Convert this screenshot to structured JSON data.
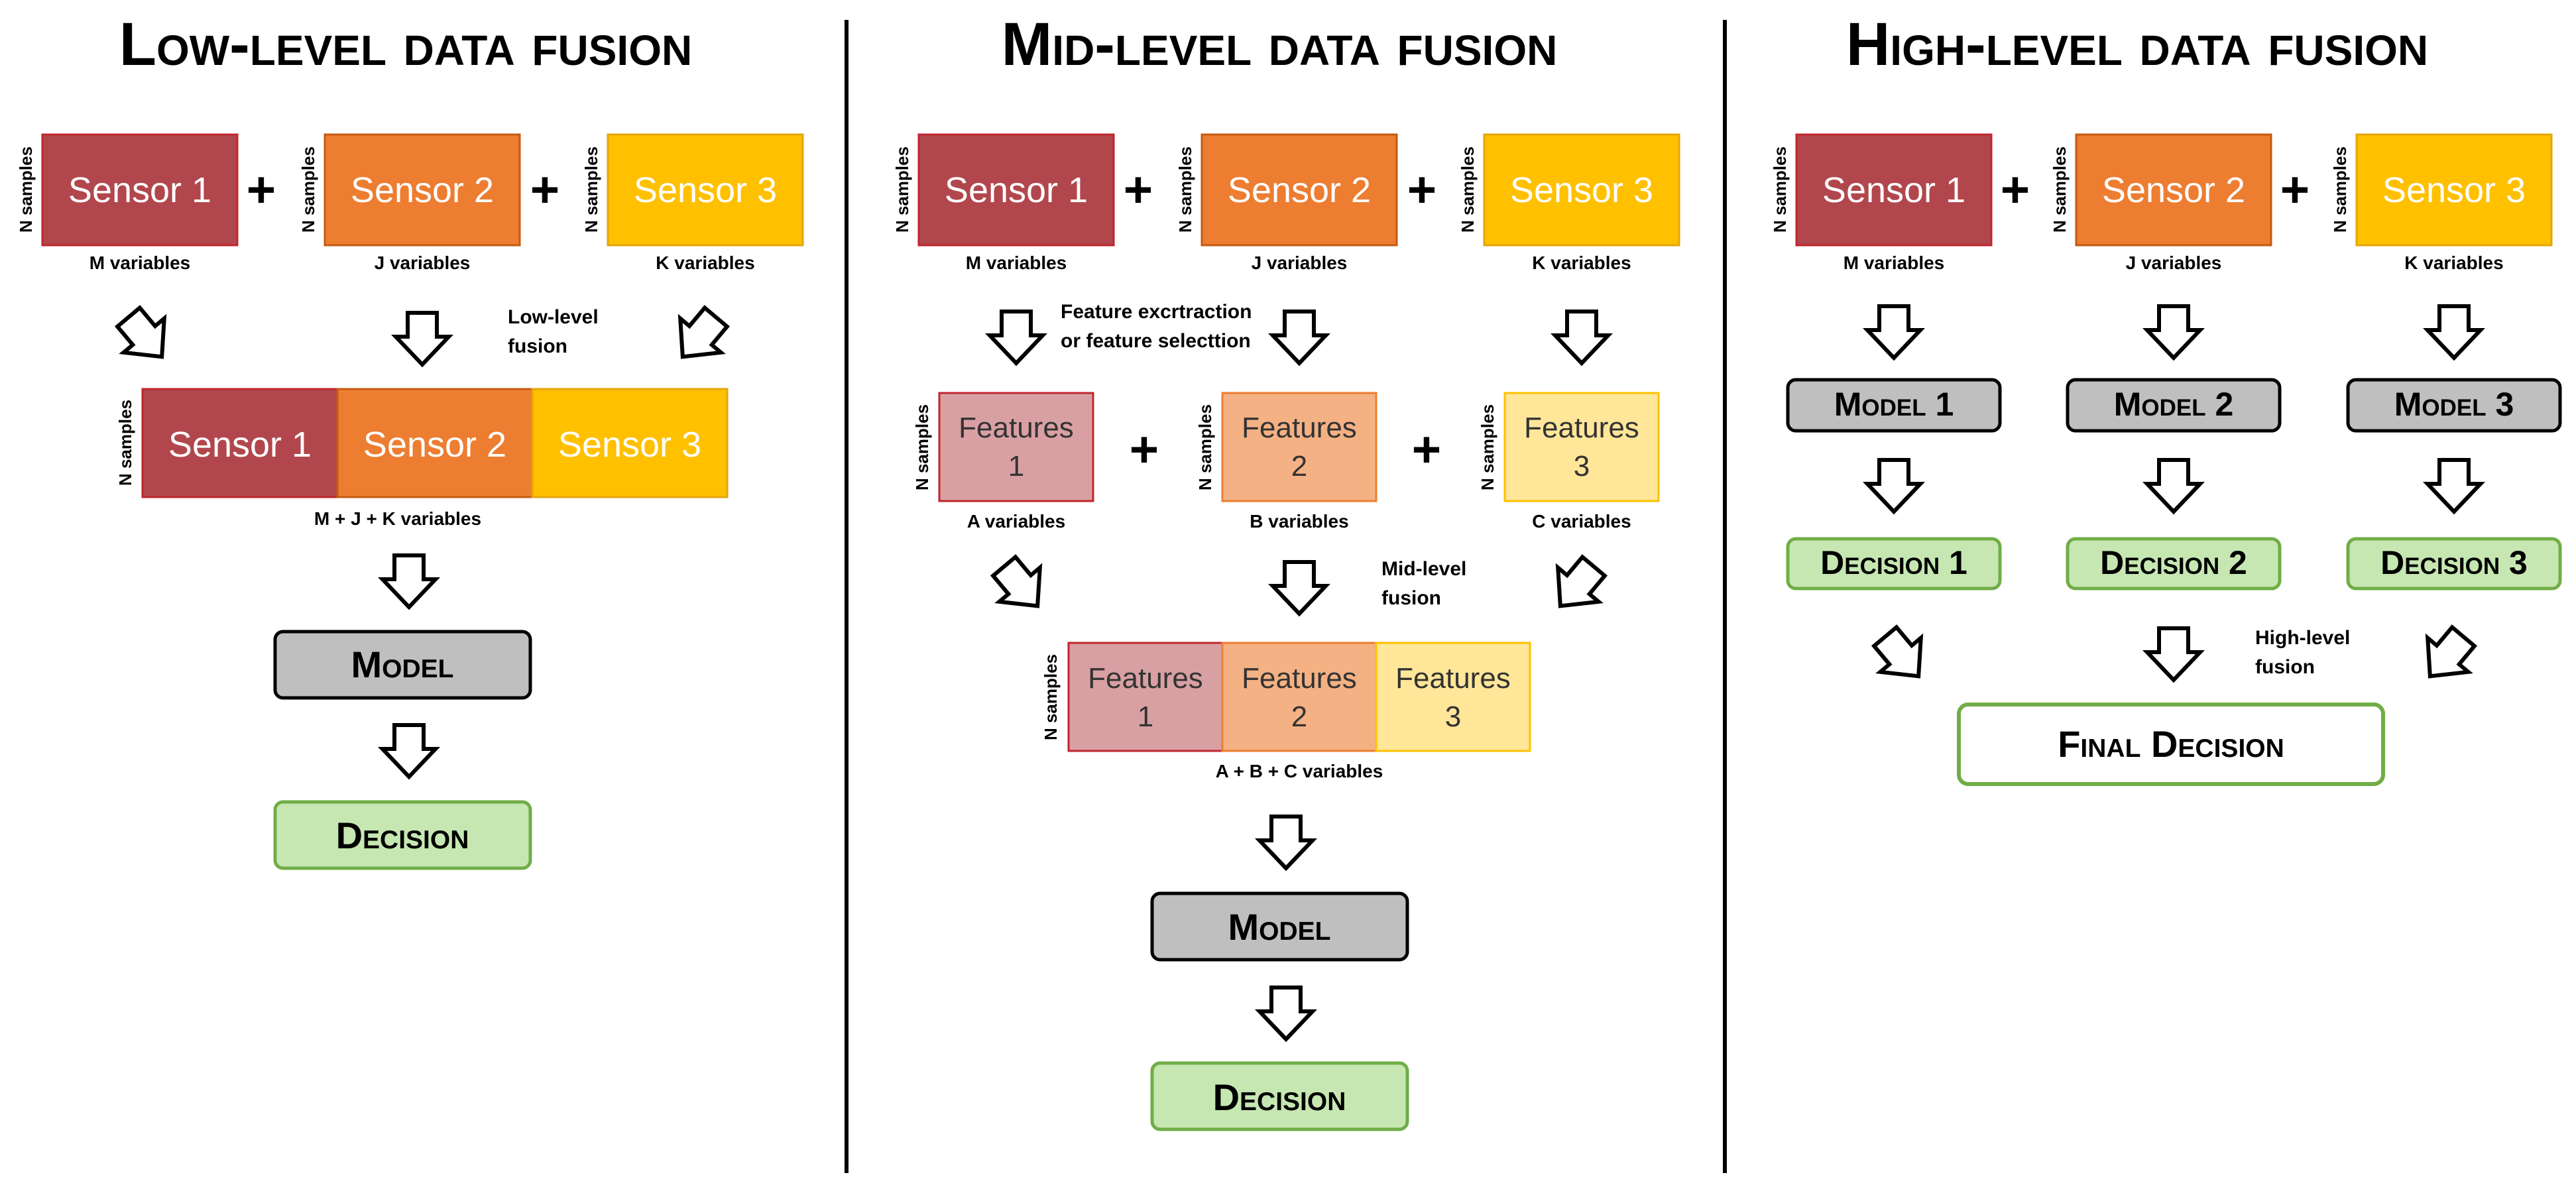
{
  "colors": {
    "sensor1": "#b1474d",
    "sensor1_border": "#c0262e",
    "sensor2": "#ed7d31",
    "sensor2_border": "#c55a11",
    "sensor3": "#ffc000",
    "sensor3_border": "#e3a600",
    "feat1": "#d9a0a3",
    "feat2": "#f4b183",
    "feat3": "#ffe699",
    "model_fill": "#bfbfbf",
    "decision_fill": "#c6e7b2",
    "decision_border": "#70ad47"
  },
  "common": {
    "n_samples": "N samples",
    "plus": "+",
    "m_vars": "M variables",
    "j_vars": "J variables",
    "k_vars": "K variables",
    "model": "Model",
    "decision": "Decision"
  },
  "low": {
    "title": "Low-level data fusion",
    "sensor1": "Sensor 1",
    "sensor2": "Sensor 2",
    "sensor3": "Sensor 3",
    "fusion_line1": "Low-level",
    "fusion_line2": "fusion",
    "concat_vars": "M + J + K variables"
  },
  "mid": {
    "title": "Mid-level data fusion",
    "sensor1": "Sensor 1",
    "sensor2": "Sensor 2",
    "sensor3": "Sensor 3",
    "extraction_line1": "Feature excrtraction",
    "extraction_line2": "or feature selecttion",
    "features_word": "Features",
    "feat1_num": "1",
    "feat2_num": "2",
    "feat3_num": "3",
    "a_vars": "A variables",
    "b_vars": "B variables",
    "c_vars": "C variables",
    "fusion_line1": "Mid-level",
    "fusion_line2": "fusion",
    "concat_vars": "A + B + C variables"
  },
  "high": {
    "title": "High-level data fusion",
    "sensor1": "Sensor 1",
    "sensor2": "Sensor 2",
    "sensor3": "Sensor 3",
    "model1": "Model 1",
    "model2": "Model 2",
    "model3": "Model 3",
    "decision1": "Decision 1",
    "decision2": "Decision 2",
    "decision3": "Decision 3",
    "fusion_line1": "High-level",
    "fusion_line2": "fusion",
    "final_decision": "Final Decision"
  }
}
